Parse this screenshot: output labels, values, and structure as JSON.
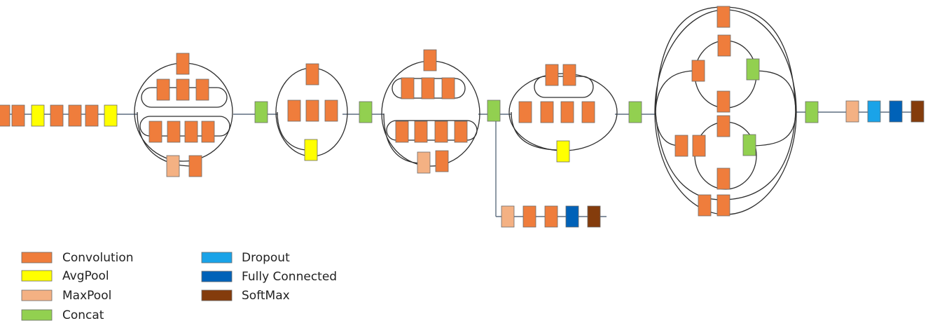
{
  "colors": {
    "convolution": "#ef7d3c",
    "avgpool": "#ffff00",
    "maxpool": "#f4b183",
    "concat": "#92d050",
    "dropout": "#1aa3e8",
    "fully_connected": "#0062b8",
    "softmax": "#843c0c"
  },
  "legend": {
    "items": [
      {
        "key": "convolution",
        "label": "Convolution"
      },
      {
        "key": "avgpool",
        "label": "AvgPool"
      },
      {
        "key": "maxpool",
        "label": "MaxPool"
      },
      {
        "key": "concat",
        "label": "Concat"
      },
      {
        "key": "dropout",
        "label": "Dropout"
      },
      {
        "key": "fully_connected",
        "label": "Fully Connected"
      },
      {
        "key": "softmax",
        "label": "SoftMax"
      }
    ]
  },
  "pipeline": {
    "stem": [
      "convolution",
      "convolution",
      "avgpool",
      "convolution",
      "convolution",
      "convolution",
      "avgpool"
    ],
    "stages": [
      {
        "module": "module-a",
        "branches": [
          [
            "convolution"
          ],
          [
            "convolution",
            "convolution",
            "convolution"
          ],
          [
            "convolution",
            "convolution",
            "convolution",
            "convolution"
          ],
          [
            "maxpool",
            "convolution"
          ]
        ],
        "output": "concat"
      },
      {
        "module": "module-b",
        "branches": [
          [
            "convolution"
          ],
          [
            "convolution",
            "convolution",
            "convolution"
          ],
          [
            "avgpool"
          ]
        ],
        "output": "concat"
      },
      {
        "module": "module-c",
        "branches": [
          [
            "convolution"
          ],
          [
            "convolution",
            "convolution",
            "convolution"
          ],
          [
            "convolution",
            "convolution",
            "convolution",
            "convolution"
          ],
          [
            "maxpool",
            "convolution"
          ]
        ],
        "output": "concat"
      },
      {
        "module": "module-d",
        "branches": [
          [
            "convolution",
            "convolution"
          ],
          [
            "convolution",
            "convolution",
            "convolution",
            "convolution"
          ],
          [
            "avgpool"
          ]
        ],
        "output": "concat"
      },
      {
        "module": "module-e",
        "branches": [
          [
            "convolution",
            "convolution",
            "convolution",
            "concat",
            "convolution"
          ],
          [
            "convolution",
            "convolution",
            "convolution",
            "concat",
            "convolution"
          ],
          [
            "convolution",
            "convolution"
          ]
        ],
        "output": "concat"
      }
    ],
    "auxiliary_head": [
      "maxpool",
      "convolution",
      "convolution",
      "fully_connected",
      "softmax"
    ],
    "head": [
      "maxpool",
      "dropout",
      "fully_connected",
      "softmax"
    ]
  }
}
